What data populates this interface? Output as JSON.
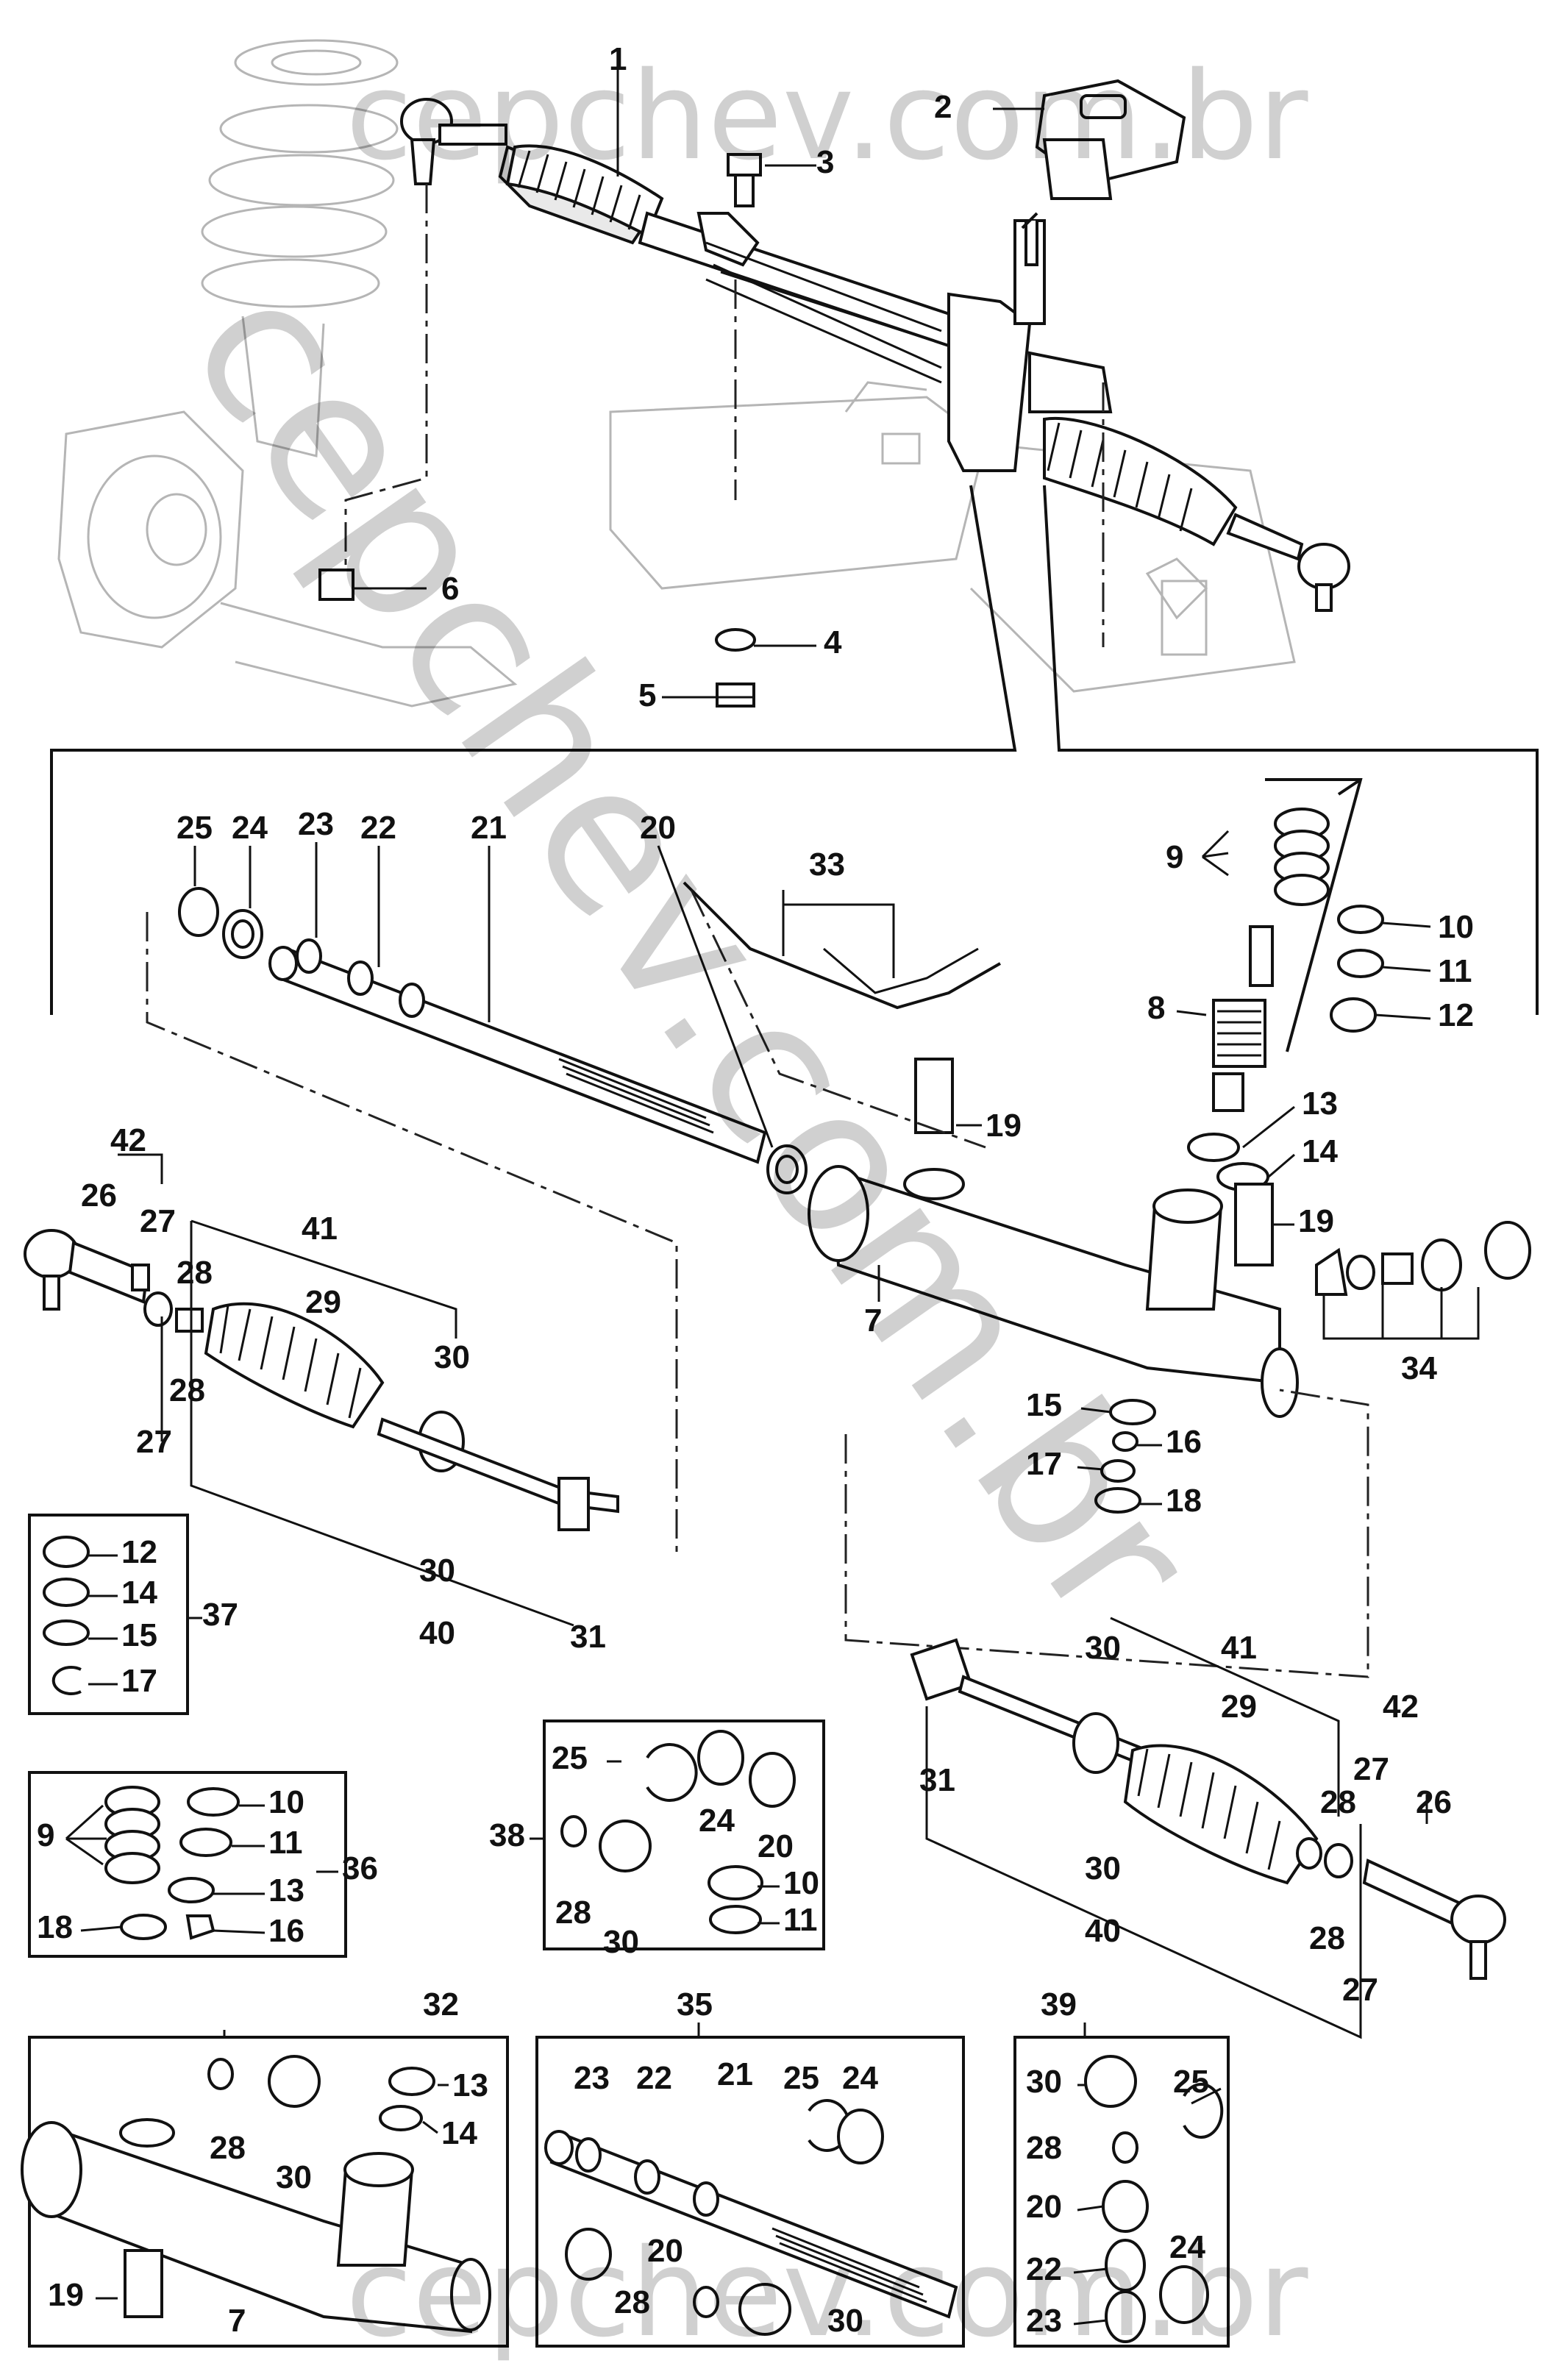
{
  "watermarks": {
    "top": "cepchev.com.br",
    "diagonal": "cepchev.com.br",
    "bottom": "cepchev.com.br"
  },
  "callouts": {
    "c1": "1",
    "c2": "2",
    "c3": "3",
    "c4": "4",
    "c5": "5",
    "c6": "6",
    "c7a": "7",
    "c7b": "7",
    "c8": "8",
    "c9a": "9",
    "c9b": "9",
    "c10a": "10",
    "c10b": "10",
    "c10c": "10",
    "c11a": "11",
    "c11b": "11",
    "c11c": "11",
    "c12a": "12",
    "c12b": "12",
    "c13a": "13",
    "c13b": "13",
    "c13c": "13",
    "c14a": "14",
    "c14b": "14",
    "c14c": "14",
    "c15a": "15",
    "c15b": "15",
    "c16a": "16",
    "c16b": "16",
    "c17a": "17",
    "c17b": "17",
    "c18a": "18",
    "c18b": "18",
    "c19a": "19",
    "c19b": "19",
    "c19c": "19",
    "c20a": "20",
    "c20b": "20",
    "c20c": "20",
    "c20d": "20",
    "c21a": "21",
    "c21b": "21",
    "c22a": "22",
    "c22b": "22",
    "c22c": "22",
    "c23a": "23",
    "c23b": "23",
    "c23c": "23",
    "c24a": "24",
    "c24b": "24",
    "c24c": "24",
    "c24d": "24",
    "c25a": "25",
    "c25b": "25",
    "c25c": "25",
    "c25d": "25",
    "c26a": "26",
    "c26b": "26",
    "c27a": "27",
    "c27b": "27",
    "c27c": "27",
    "c27d": "27",
    "c28a": "28",
    "c28b": "28",
    "c28c": "28",
    "c28d": "28",
    "c28e": "28",
    "c28f": "28",
    "c28g": "28",
    "c28h": "28",
    "c29a": "29",
    "c29b": "29",
    "c30a": "30",
    "c30b": "30",
    "c30c": "30",
    "c30d": "30",
    "c30e": "30",
    "c30f": "30",
    "c30g": "30",
    "c30h": "30",
    "c31a": "31",
    "c31b": "31",
    "c32": "32",
    "c33": "33",
    "c34": "34",
    "c35": "35",
    "c36": "36",
    "c37": "37",
    "c38": "38",
    "c39": "39",
    "c40a": "40",
    "c40b": "40",
    "c41a": "41",
    "c41b": "41",
    "c42a": "42",
    "c42b": "42"
  },
  "colors": {
    "line": "#111111",
    "ghost_line": "#b5b5b5",
    "watermark": "#000000",
    "background": "#ffffff"
  }
}
